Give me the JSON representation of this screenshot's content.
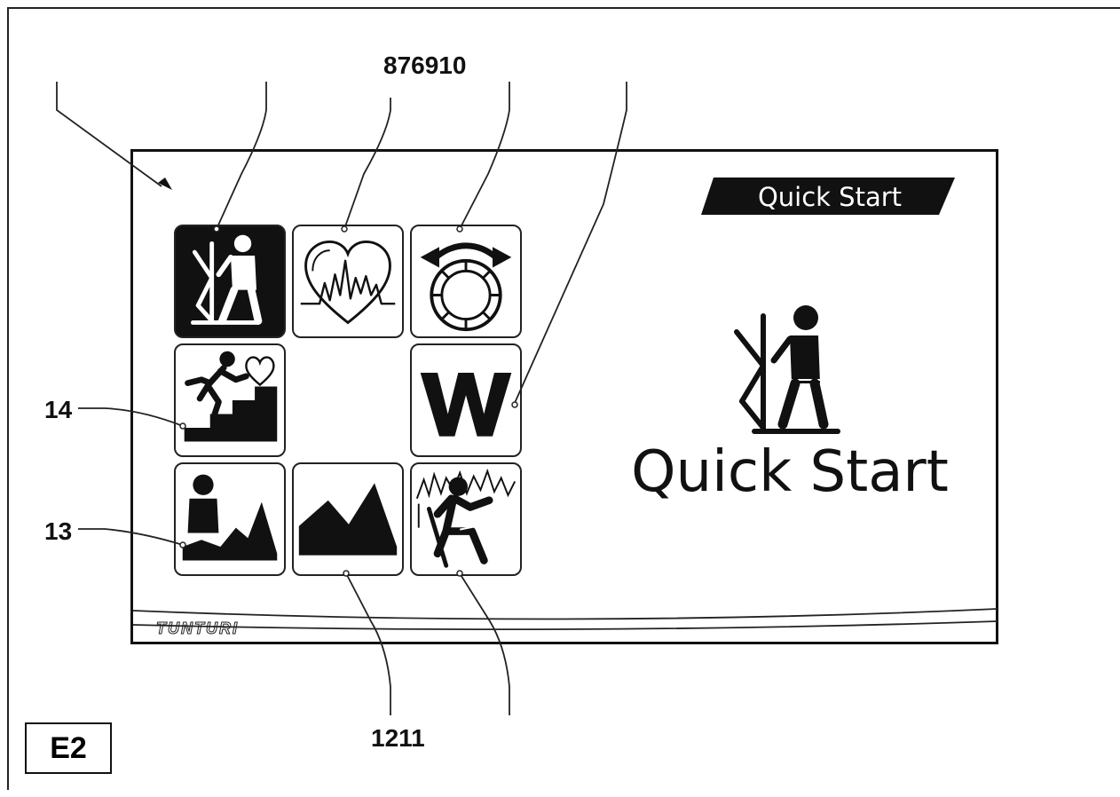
{
  "callouts": {
    "top": "876910",
    "left_upper": "14",
    "left_lower": "13",
    "bottom": "1211"
  },
  "screen": {
    "tab_label": "Quick Start",
    "main_label": "Quick Start",
    "brand": "TUNTURI"
  },
  "figure_label": "E2",
  "icons": {
    "tile_1": "cross-trainer-icon",
    "tile_2": "heart-rate-icon",
    "tile_3": "rotating-dial-icon",
    "tile_4": "stairs-heart-icon",
    "tile_6": "watt-icon",
    "tile_7": "person-terrain-icon",
    "tile_8": "mountain-profile-icon",
    "tile_9": "random-program-icon"
  },
  "colors": {
    "ink": "#111111",
    "paper": "#ffffff"
  }
}
